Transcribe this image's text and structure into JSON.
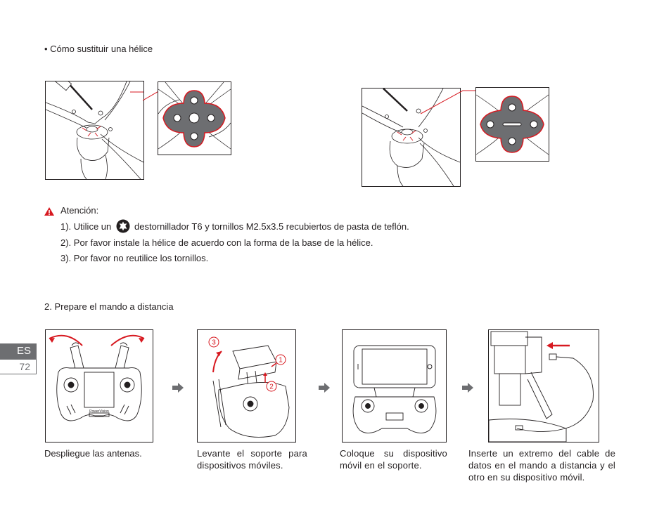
{
  "header": {
    "section1_title": "• Cómo sustituir una hélice"
  },
  "attention": {
    "heading": "Atención:",
    "item1_before": "1). Utilice un",
    "item1_after": "destornillador T6 y tornillos M2.5x3.5 recubiertos de pasta de teflón.",
    "item2": "2). Por favor instale la hélice de acuerdo con la forma de la base de la hélice.",
    "item3": "3). Por favor no reutilice los tornillos.",
    "warning_icon": "warning-triangle-icon",
    "torx_icon": "torx-t6-icon",
    "warning_color": "#d71920"
  },
  "section2": {
    "title": "2. Prepare el mando a distancia"
  },
  "steps": [
    {
      "caption": "Despliegue las antenas."
    },
    {
      "caption": "Levante el soporte para dispositivos móviles.",
      "callouts": [
        "3",
        "1",
        "2"
      ]
    },
    {
      "caption": "Coloque su dispositivo móvil en el soporte."
    },
    {
      "caption": "Inserte un extremo del cable de datos en el mando a distancia y el otro en su dispositivo móvil."
    }
  ],
  "sidebar": {
    "lang": "ES",
    "page": "72",
    "tab_color": "#6d6e71"
  },
  "illustration": {
    "brand": "PowerVision",
    "accent": "#d71920"
  }
}
